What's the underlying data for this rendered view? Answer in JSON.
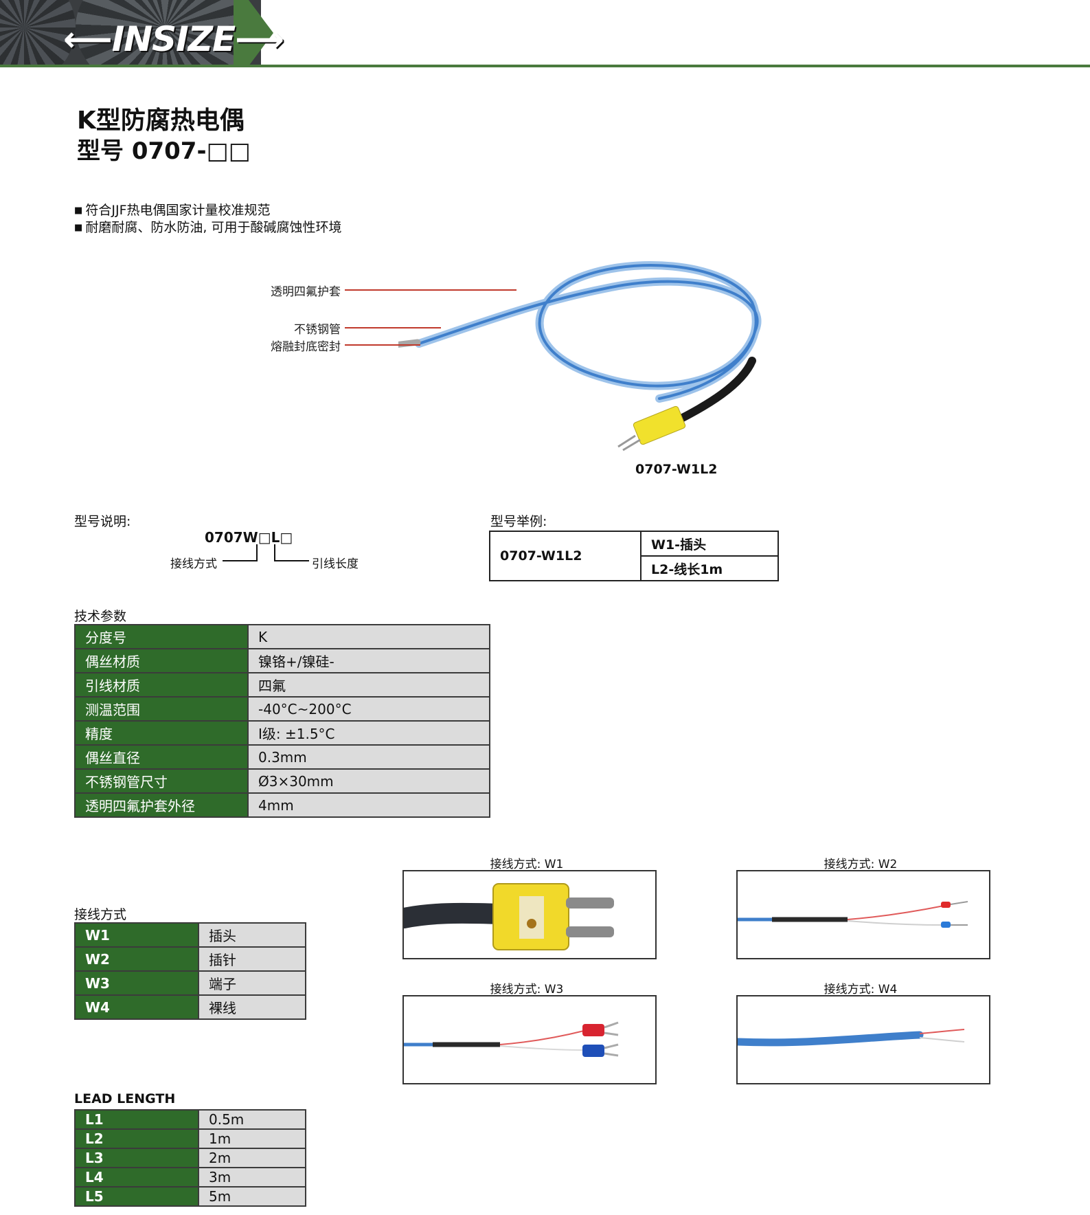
{
  "header": {
    "brand": "INSIZE",
    "accent": "#4a7a3e"
  },
  "title": {
    "line1": "K型防腐热电偶",
    "line2": "型号  0707-□□"
  },
  "features": [
    "符合JJF热电偶国家计量校准规范",
    "耐磨耐腐、防水防油, 可用于酸碱腐蚀性环境"
  ],
  "product_image": {
    "callouts": [
      "透明四氟护套",
      "不锈钢管",
      "熔融封底密封"
    ],
    "caption": "0707-W1L2"
  },
  "model_explain": {
    "heading": "型号说明:",
    "code": "0707W□L□",
    "left_label": "接线方式",
    "right_label": "引线长度"
  },
  "model_example": {
    "heading": "型号举例:",
    "code": "0707-W1L2",
    "rows": [
      "W1-插头",
      "L2-线长1m"
    ]
  },
  "tech_params": {
    "heading": "技术参数",
    "rows": [
      {
        "k": "分度号",
        "v": "K"
      },
      {
        "k": "偶丝材质",
        "v": "镍铬+/镍硅-"
      },
      {
        "k": "引线材质",
        "v": "四氟"
      },
      {
        "k": "测温范围",
        "v": "-40°C~200°C"
      },
      {
        "k": "精度",
        "v": "Ⅰ级: ±1.5°C"
      },
      {
        "k": "偶丝直径",
        "v": "0.3mm"
      },
      {
        "k": "不锈钢管尺寸",
        "v": "Ø3×30mm"
      },
      {
        "k": "透明四氟护套外径",
        "v": "4mm"
      }
    ]
  },
  "wiring": {
    "heading": "接线方式",
    "rows": [
      {
        "k": "W1",
        "v": "插头"
      },
      {
        "k": "W2",
        "v": "插针"
      },
      {
        "k": "W3",
        "v": "端子"
      },
      {
        "k": "W4",
        "v": "裸线"
      }
    ],
    "photos": [
      "接线方式: W1",
      "接线方式: W2",
      "接线方式: W3",
      "接线方式: W4"
    ]
  },
  "lead_length": {
    "heading": "LEAD LENGTH",
    "rows": [
      {
        "k": "L1",
        "v": "0.5m"
      },
      {
        "k": "L2",
        "v": "1m"
      },
      {
        "k": "L3",
        "v": "2m"
      },
      {
        "k": "L4",
        "v": "3m"
      },
      {
        "k": "L5",
        "v": "5m"
      }
    ]
  }
}
